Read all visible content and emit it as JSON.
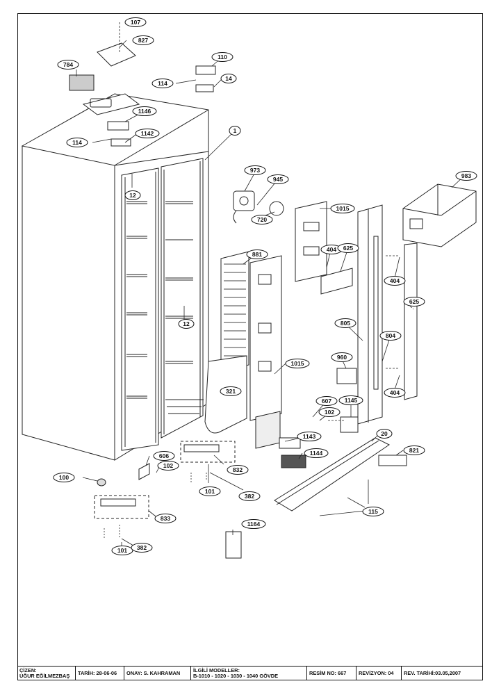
{
  "title_block": {
    "drawn_by_label": "ÇİZEN:",
    "drawn_by": "UĞUR EĞİLMEZBAŞ",
    "date": "TARİH: 28-06-06",
    "approved": "ONAY: S. KAHRAMAN",
    "models_label": "İLGİLİ MODELLER:",
    "models": "B-1010 - 1020 - 1030 - 1040 GÖVDE",
    "drawing_no": "RESİM NO: 667",
    "revision": "REVİZYON: 04",
    "revision_date": "REV. TARİHİ:03.05,2007"
  },
  "part_labels": [
    "107",
    "827",
    "784",
    "110",
    "114",
    "14",
    "1146",
    "1142",
    "114",
    "1",
    "12",
    "12",
    "973",
    "945",
    "720",
    "983",
    "1015",
    "404",
    "625",
    "404",
    "625",
    "881",
    "805",
    "804",
    "1015",
    "960",
    "404",
    "607",
    "102",
    "1145",
    "1143",
    "20",
    "1144",
    "821",
    "606",
    "102",
    "832",
    "100",
    "101",
    "382",
    "833",
    "101",
    "382",
    "115",
    "1164",
    "321"
  ]
}
